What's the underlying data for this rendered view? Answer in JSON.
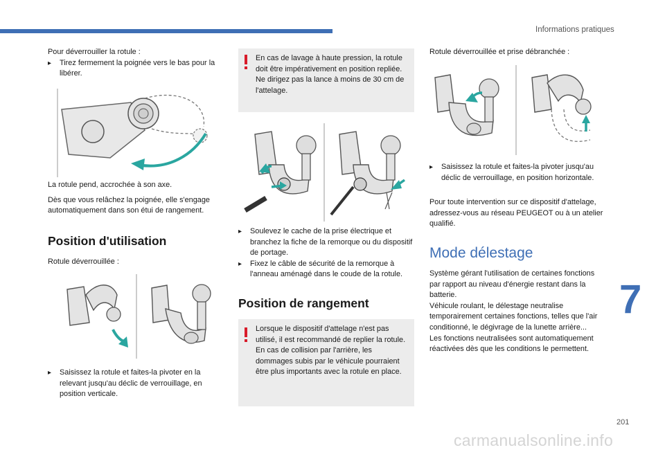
{
  "header": {
    "section": "Informations pratiques"
  },
  "chapter_number": "7",
  "page_number": "201",
  "watermark": "carmanualsonline.info",
  "col1": {
    "intro": "Pour déverrouiller la rotule :",
    "bullet1": "Tirez fermement la poignée vers le bas pour la libérer.",
    "p1": "La rotule pend, accrochée à son axe.",
    "p2": "Dès que vous relâchez la poignée, elle s'engage automatiquement dans son étui de rangement.",
    "heading": "Position d'utilisation",
    "p3": "Rotule déverrouillée :",
    "bullet2": "Saisissez la rotule et faites-la pivoter en la relevant jusqu'au déclic de verrouillage, en position verticale."
  },
  "col2": {
    "warn1": {
      "line1": "En cas de lavage à haute pression, la rotule doit être impérativement en position repliée.",
      "line2": "Ne dirigez pas la lance à moins de 30 cm de l'attelage."
    },
    "bullet1": "Soulevez le cache de la prise électrique et branchez la fiche de la remorque ou du dispositif de portage.",
    "bullet2": "Fixez le câble de sécurité de la remorque à l'anneau aménagé dans le coude de la rotule.",
    "heading": "Position de rangement",
    "warn2": {
      "line1": "Lorsque le dispositif d'attelage n'est pas utilisé, il est recommandé de replier la rotule.",
      "line2": "En cas de collision par l'arrière, les dommages subis par le véhicule pourraient être plus importants avec la rotule en place."
    }
  },
  "col3": {
    "p1": "Rotule déverrouillée et prise débranchée :",
    "bullet1": "Saisissez la rotule et faites-la pivoter jusqu'au déclic de verrouillage, en position horizontale.",
    "p2": "Pour toute intervention sur ce dispositif d'attelage, adressez-vous au réseau PEUGEOT ou à un atelier qualifié.",
    "heading": "Mode délestage",
    "p3": "Système gérant l'utilisation de certaines fonctions par rapport au niveau d'énergie restant dans la batterie.",
    "p4": "Véhicule roulant, le délestage neutralise temporairement certaines fonctions, telles que l'air conditionné, le dégivrage de la lunette arrière...",
    "p5": "Les fonctions neutralisées sont automatiquement réactivées dès que les conditions le permettent."
  },
  "colors": {
    "accent": "#3f6fb5",
    "warning": "#d81b2a",
    "arrow": "#2aa6a0",
    "warnbox": "#ececec"
  }
}
